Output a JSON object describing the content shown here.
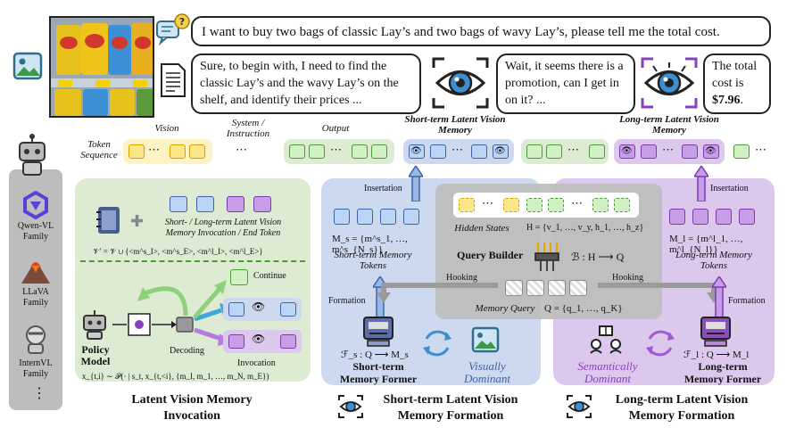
{
  "question": "I want to buy two bags of classic Lay’s and two bags of wavy Lay’s, please tell me the total cost.",
  "answer1": "Sure, to begin with, I need to find the classic Lay’s and the wavy Lay’s on the shelf, and identify their prices ...",
  "answer2": "Wait, it seems there is a promotion, can I get in on it? ...",
  "answer3_text": "The total cost is",
  "answer3_value": "$7.96",
  "answer3_end": ".",
  "seq": {
    "vision": "Vision",
    "system": "System / Instruction",
    "output": "Output",
    "short_mem": "Short-term Latent Vision Memory",
    "long_mem": "Long-term Latent Vision Memory",
    "token_sequence": "Token Sequence",
    "dots": "⋯"
  },
  "models": [
    {
      "name": "Qwen-VL Family"
    },
    {
      "name": "LLaVA Family"
    },
    {
      "name": "InternVL Family"
    }
  ],
  "models_more": "⋮",
  "left": {
    "tokens_note": "Short- / Long-term Latent Vision Memory Invocation / End Token",
    "vocab": "𝒱′ = 𝒱 ∪ {<m^s_I>, <m^s_E>, <m^l_I>, <m^l_E>}",
    "continue": "Continue",
    "policy": "Policy Model",
    "decoding": "Decoding",
    "invocation": "Invocation",
    "formula": "x_{t,i} ∼ 𝒫(· | s_t, x_{t,<i}, {m_I, m_1, …, m_N, m_E})",
    "title": "Latent Vision Memory Invocation"
  },
  "middle": {
    "insertation": "Insertation",
    "ms_formula": "M_s = {m^s_1, …, m^s_{N_s}}",
    "short_tokens": "Short-term Memory Tokens",
    "formation": "Formation",
    "former_formula": "ℱ_s : Q ⟶ M_s",
    "former": "Short-term Memory Former",
    "visually": "Visually Dominant",
    "title": "Short-term Latent Vision Memory Formation"
  },
  "center": {
    "hidden": "Hidden States",
    "h_formula": "H = {v_1, …, v_y, h_1, …, h_z}",
    "query_builder": "Query Builder",
    "b_formula": "ℬ : H ⟶ Q",
    "hooking_left": "Hooking",
    "hooking_right": "Hooking",
    "memory_query": "Memory Query",
    "q_formula": "Q = {q_1, …, q_K}"
  },
  "right": {
    "insertation": "Insertation",
    "ml_formula": "M_l = {m^l_1, …, m^l_{N_l}}",
    "long_tokens": "Long-term Memory Tokens",
    "formation": "Formation",
    "former_formula": "ℱ_l : Q ⟶ M_l",
    "former": "Long-term Memory Former",
    "semantically": "Semantically Dominant",
    "title": "Long-term Latent Vision Memory Formation"
  },
  "colors": {
    "green_panel": "#dcebd2",
    "blue_panel": "#ccd9ef",
    "purple_panel": "#dcc8ec",
    "gray_panel": "#bdbdbd",
    "yellow_token": "#fde68a",
    "blue_accent": "#4a67b0",
    "purple_accent": "#8a3fc2"
  }
}
